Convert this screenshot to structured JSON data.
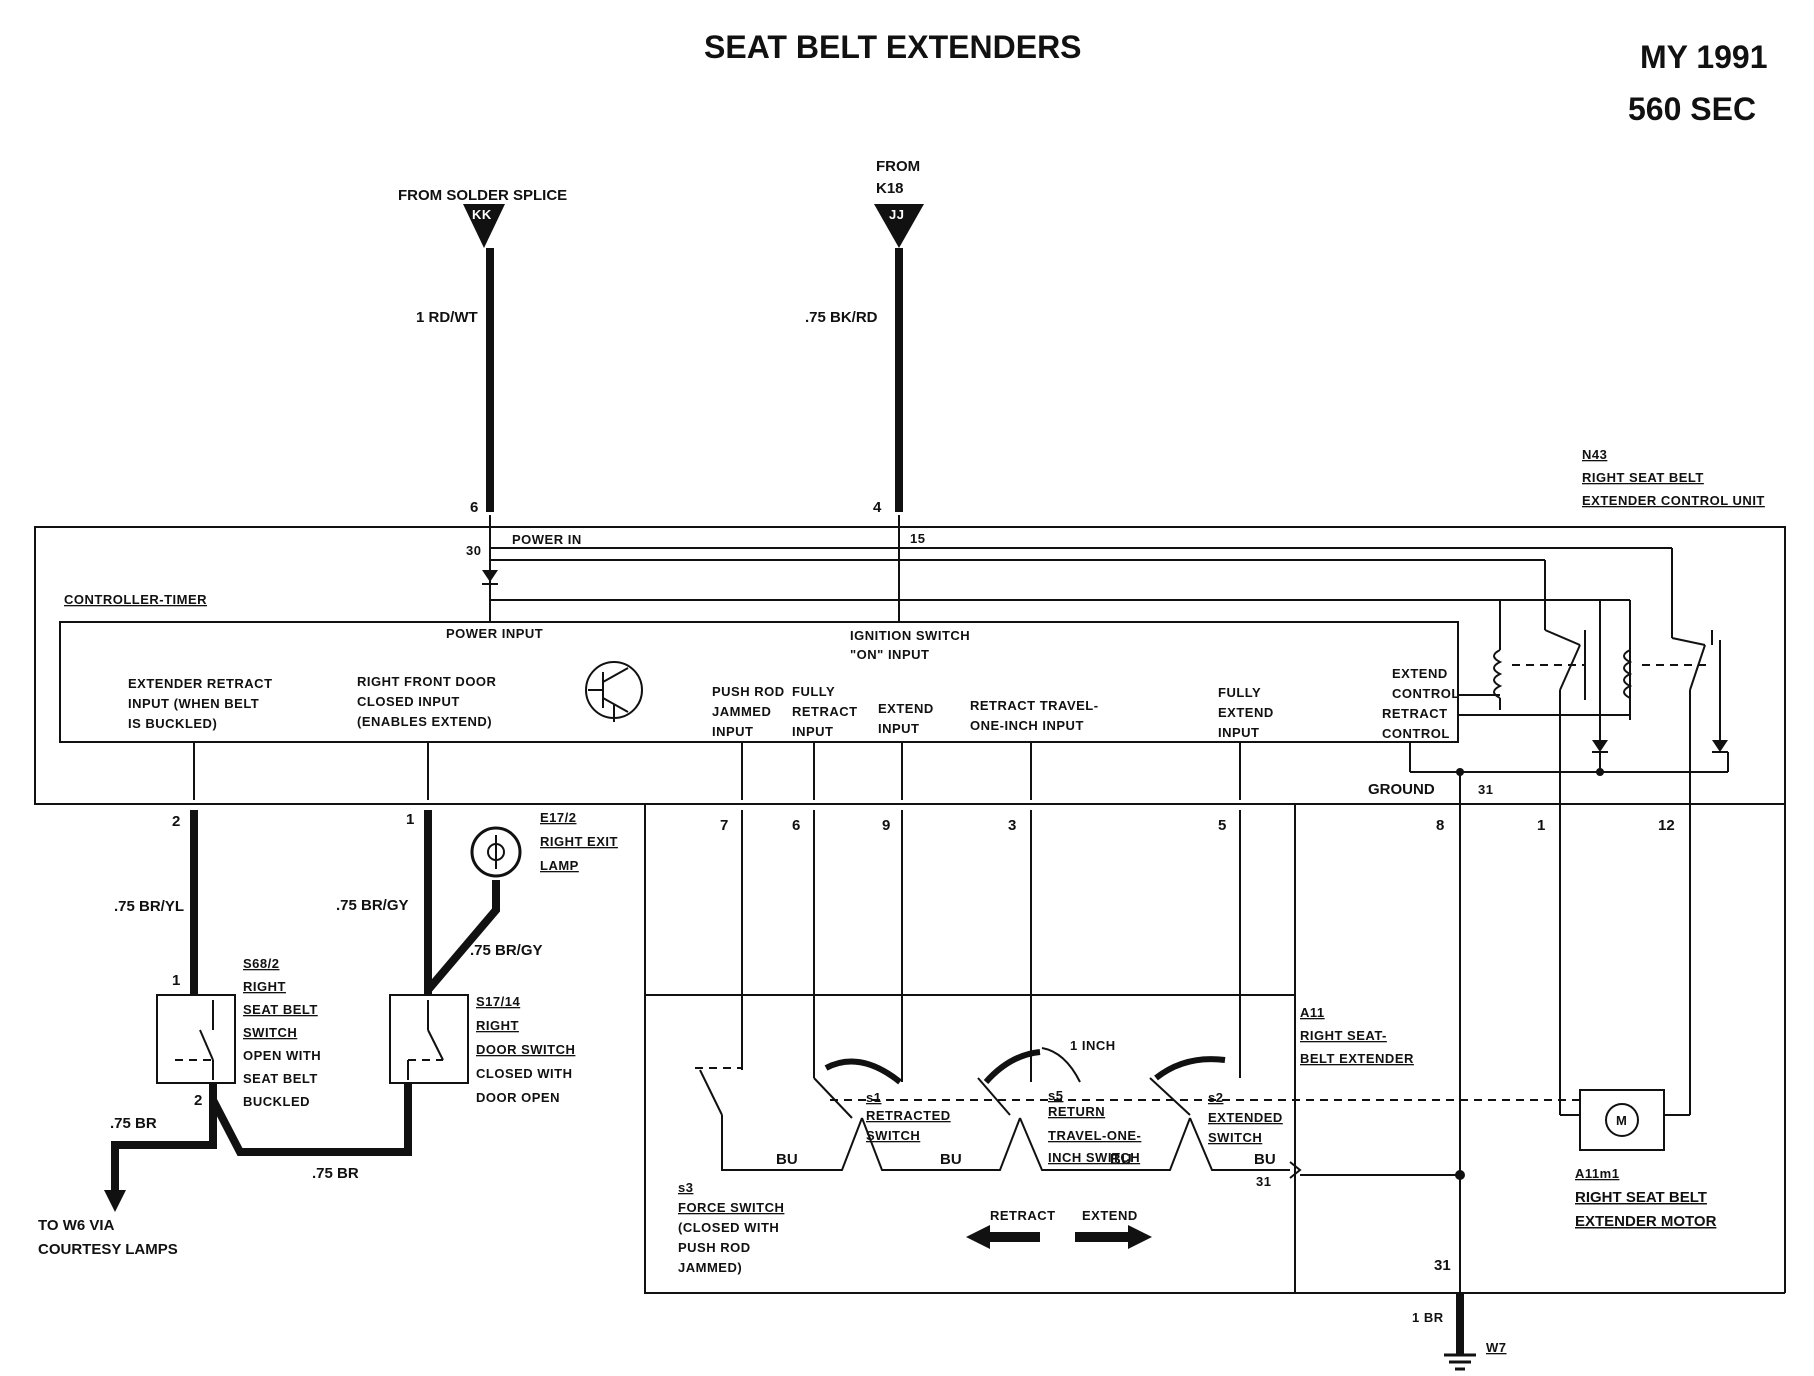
{
  "title": "SEAT BELT EXTENDERS",
  "model_year": "MY 1991",
  "model": "560 SEC",
  "sources": {
    "left_label": "FROM SOLDER SPLICE",
    "left_code": "KK",
    "right_label_1": "FROM",
    "right_label_2": "K18",
    "right_code": "JJ"
  },
  "wires": {
    "w_rdwt": "1 RD/WT",
    "w_bkrd": ".75 BK/RD",
    "w_bryl": ".75 BR/YL",
    "w_brgy1": ".75 BR/GY",
    "w_brgy2": ".75 BR/GY",
    "w_br1": ".75 BR",
    "w_br2": ".75 BR",
    "w_1br": "1 BR"
  },
  "control_unit": {
    "code": "N43",
    "name_1": "RIGHT SEAT BELT",
    "name_2": "EXTENDER CONTROL UNIT",
    "controller_timer": "CONTROLLER-TIMER",
    "power_in": "POWER IN",
    "power_input": "POWER INPUT",
    "ignition_1": "IGNITION SWITCH",
    "ignition_2": "\"ON\" INPUT",
    "pin6": "6",
    "pin4": "4",
    "pin30": "30",
    "pin15": "15",
    "ground": "GROUND",
    "ground_pin": "31"
  },
  "inputs": [
    {
      "l1": "EXTENDER RETRACT",
      "l2": "INPUT (WHEN BELT",
      "l3": "IS BUCKLED)",
      "pin": "2"
    },
    {
      "l1": "RIGHT FRONT DOOR",
      "l2": "CLOSED INPUT",
      "l3": "(ENABLES EXTEND)",
      "pin": "1"
    },
    {
      "l1": "PUSH ROD",
      "l2": "JAMMED",
      "l3": "INPUT",
      "pin": "7"
    },
    {
      "l1": "FULLY",
      "l2": "RETRACT",
      "l3": "INPUT",
      "pin": "6"
    },
    {
      "l1": "EXTEND",
      "l2": "INPUT",
      "l3": "",
      "pin": "9"
    },
    {
      "l1": "RETRACT TRAVEL-",
      "l2": "ONE-INCH INPUT",
      "l3": "",
      "pin": "3"
    },
    {
      "l1": "FULLY",
      "l2": "EXTEND",
      "l3": "INPUT",
      "pin": "5"
    }
  ],
  "controls": {
    "extend_1": "EXTEND",
    "extend_2": "CONTROL",
    "retract_1": "RETRACT",
    "retract_2": "CONTROL",
    "pin8": "8",
    "pin1": "1",
    "pin12": "12"
  },
  "seat_switch": {
    "code": "S68/2",
    "l1": "RIGHT",
    "l2": "SEAT BELT",
    "l3": "SWITCH",
    "l4": "OPEN WITH",
    "l5": "SEAT BELT",
    "l6": "BUCKLED",
    "pin_top": "1",
    "pin_bottom": "2"
  },
  "door_switch": {
    "code": "S17/14",
    "l1": "RIGHT",
    "l2": "DOOR SWITCH",
    "l3": "CLOSED WITH",
    "l4": "DOOR OPEN"
  },
  "lamp": {
    "code": "E17/2",
    "l1": "RIGHT EXIT",
    "l2": "LAMP"
  },
  "to_w6": {
    "l1": "TO W6 VIA",
    "l2": "COURTESY LAMPS"
  },
  "extender": {
    "code": "A11",
    "l1": "RIGHT SEAT-",
    "l2": "BELT EXTENDER",
    "one_inch": "1 INCH",
    "s1_code": "s1",
    "s1_l1": "RETRACTED",
    "s1_l2": "SWITCH",
    "s5_code": "s5",
    "s5_l1": "RETURN",
    "s5_l2": "TRAVEL-ONE-",
    "s5_l3": "INCH SWITCH",
    "s2_code": "s2",
    "s2_l1": "EXTENDED",
    "s2_l2": "SWITCH",
    "s3_code": "s3",
    "s3_l1": "FORCE SWITCH",
    "s3_l2": "(CLOSED WITH",
    "s3_l3": "PUSH ROD",
    "s3_l4": "JAMMED)",
    "bu": "BU",
    "pin31": "31",
    "retract": "RETRACT",
    "extend": "EXTEND"
  },
  "motor": {
    "code": "A11m1",
    "l1": "RIGHT SEAT BELT",
    "l2": "EXTENDER MOTOR",
    "symbol": "M"
  },
  "ground_point": {
    "pin": "31",
    "code": "W7"
  }
}
